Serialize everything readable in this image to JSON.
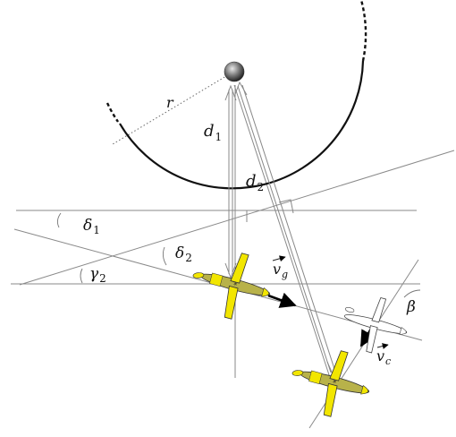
{
  "labels": {
    "r": "r",
    "d1": "d",
    "d1_sub": "1",
    "d2": "d",
    "d2_sub": "2",
    "delta1": "δ",
    "delta1_sub": "1",
    "delta2": "δ",
    "delta2_sub": "2",
    "gamma2": "γ",
    "gamma2_sub": "2",
    "vg": "v",
    "vg_sub": "g",
    "vc": "v",
    "vc_sub": "c",
    "beta": "β"
  },
  "colors": {
    "line": "#8a8a8a",
    "circle": "#111111",
    "fish_body": "#b8b24a",
    "fish_fin": "#f2e600",
    "arrow": "#000000",
    "ghost": "#ffffff"
  }
}
